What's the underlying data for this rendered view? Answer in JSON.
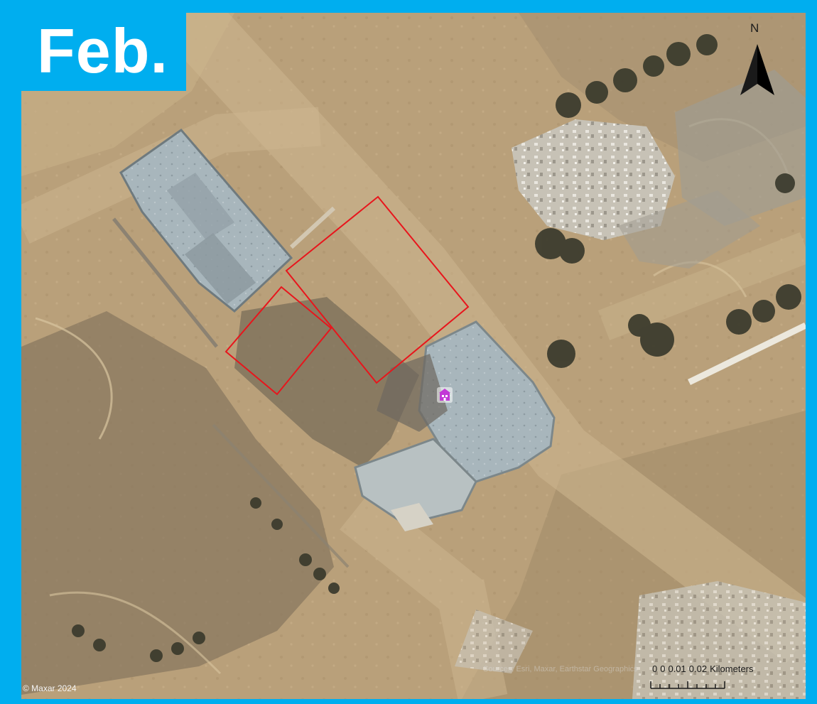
{
  "title": "Feb.",
  "north_label": "N",
  "credit": "© Maxar 2024",
  "attribution": "Sources: Esri, Maxar, Earthstar Geographics",
  "scale_bar": {
    "ticks": [
      "0",
      "0",
      "0.01",
      "0.02"
    ],
    "unit": "Kilometers"
  },
  "marker": {
    "icon": "school-icon",
    "color": "#c238d6"
  },
  "highlight_color": "#e8151c",
  "frame_color": "#00aeef"
}
